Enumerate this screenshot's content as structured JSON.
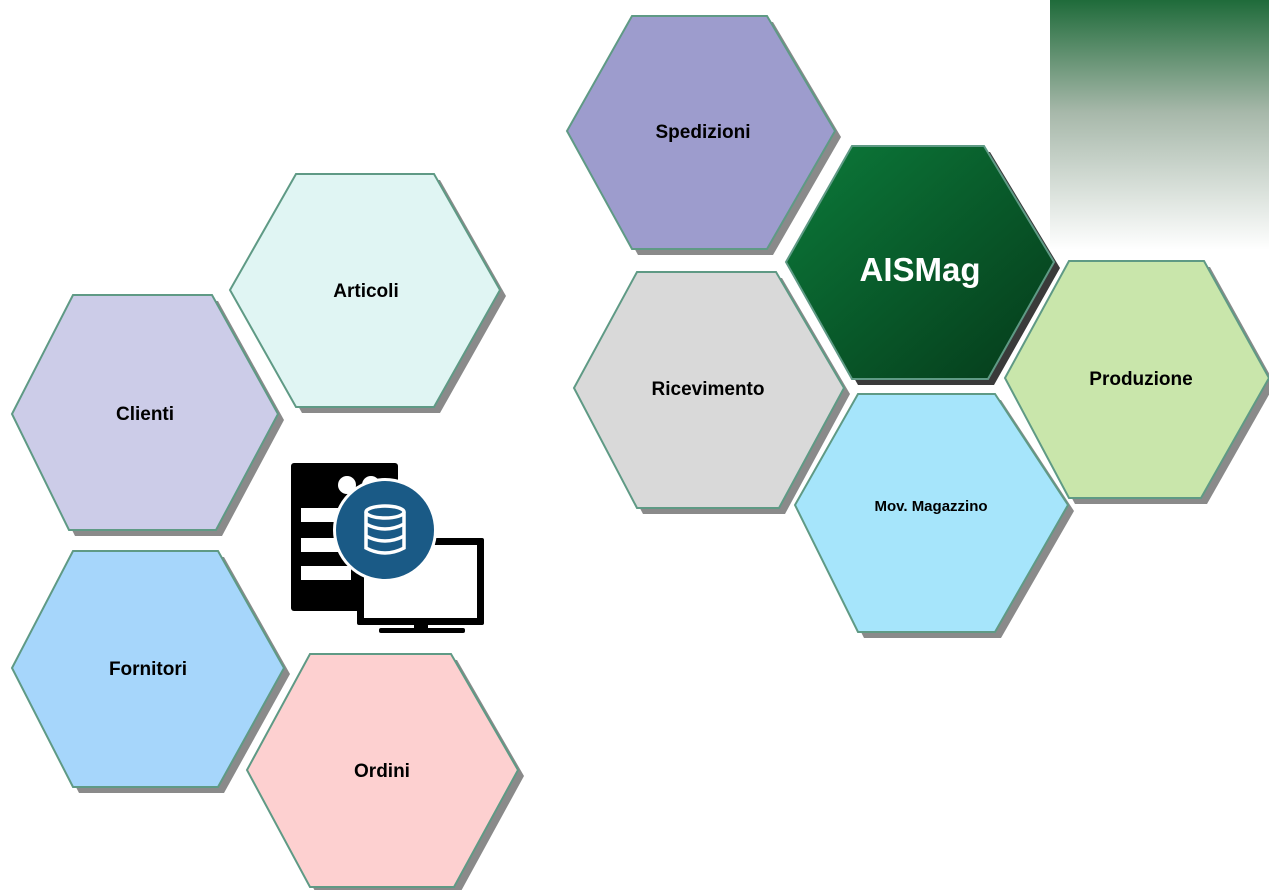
{
  "hexagons": [
    {
      "id": "articoli",
      "label": "Articoli",
      "fill": "#e0f5f3"
    },
    {
      "id": "clienti",
      "label": "Clienti",
      "fill": "#cccce8"
    },
    {
      "id": "fornitori",
      "label": "Fornitori",
      "fill": "#a6d6fb"
    },
    {
      "id": "ordini",
      "label": "Ordini",
      "fill": "#fdd0d0"
    },
    {
      "id": "spedizioni",
      "label": "Spedizioni",
      "fill": "#9d9ccd"
    },
    {
      "id": "aismag",
      "label": "AISMag",
      "fill": "#0d5a2c"
    },
    {
      "id": "ricevimento",
      "label": "Ricevimento",
      "fill": "#d9d9d9"
    },
    {
      "id": "produzione",
      "label": "Produzione",
      "fill": "#c9e6ab"
    },
    {
      "id": "mov-magazzino",
      "label": "Mov. Magazzino",
      "fill": "#a6e5fb"
    }
  ],
  "colors": {
    "hex_border": "#5f9a85",
    "hex_shadow": "#8a8a8a",
    "brand_green": "#0d5a2c",
    "database_badge": "#1a5a86"
  },
  "icons": {
    "center_graphic": "server-database-monitor-icon"
  }
}
